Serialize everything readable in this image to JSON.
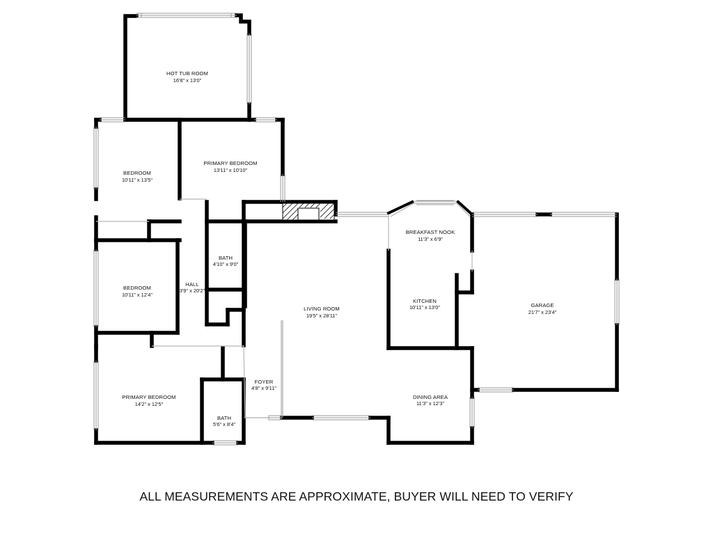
{
  "rooms": [
    {
      "name": "HOT TUB ROOM",
      "dims": "16'8\" x 13'0\""
    },
    {
      "name": "PRIMARY BEDROOM",
      "dims": "13'11\" x 10'10\""
    },
    {
      "name": "BEDROOM",
      "dims": "10'11\" x 13'5\""
    },
    {
      "name": "BATH",
      "dims": "4'10\" x 9'0\""
    },
    {
      "name": "HALL",
      "dims": "3'9\" x 20'2\""
    },
    {
      "name": "BEDROOM",
      "dims": "10'11\" x 12'4\""
    },
    {
      "name": "LIVING ROOM",
      "dims": "19'5\" x 28'11\""
    },
    {
      "name": "BREAKFAST NOOK",
      "dims": "11'3\" x 6'9\""
    },
    {
      "name": "KITCHEN",
      "dims": "10'11\" x 13'0\""
    },
    {
      "name": "GARAGE",
      "dims": "21'7\" x 23'4\""
    },
    {
      "name": "FOYER",
      "dims": "4'8\" x 9'11\""
    },
    {
      "name": "DINING AREA",
      "dims": "11'3\" x 12'3\""
    },
    {
      "name": "PRIMARY BEDROOM",
      "dims": "14'2\" x 12'5\""
    },
    {
      "name": "BATH",
      "dims": "5'6\" x 8'4\""
    }
  ],
  "footer": "ALL MEASUREMENTS ARE APPROXIMATE, BUYER WILL NEED TO VERIFY"
}
